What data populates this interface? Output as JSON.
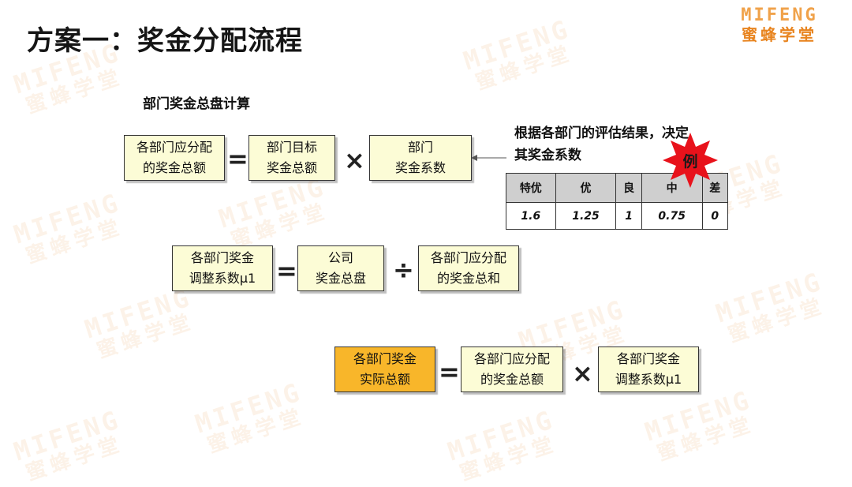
{
  "title": "方案一：奖金分配流程",
  "logo": {
    "en": "MIFENG",
    "cn": "蜜蜂学堂"
  },
  "section_title": "部门奖金总盘计算",
  "formula1": {
    "left": [
      "各部门应分配",
      "的奖金总额"
    ],
    "op1": "=",
    "middle": [
      "部门目标",
      "奖金总额"
    ],
    "op2": "×",
    "right": [
      "部门",
      "奖金系数"
    ]
  },
  "note": [
    "根据各部门的评估结果，决定",
    "其奖金系数"
  ],
  "example_badge": "例",
  "rating_table": {
    "headers": [
      "特优",
      "优",
      "良",
      "中",
      "差"
    ],
    "values": [
      "1.6",
      "1.25",
      "1",
      "0.75",
      "0"
    ]
  },
  "formula2": {
    "left": [
      "各部门奖金",
      "调整系数μ1"
    ],
    "op1": "=",
    "middle": [
      "公司",
      "奖金总盘"
    ],
    "op2": "÷",
    "right": [
      "各部门应分配",
      "的奖金总和"
    ]
  },
  "formula3": {
    "left": [
      "各部门奖金",
      "实际总额"
    ],
    "op1": "=",
    "middle": [
      "各部门应分配",
      "的奖金总额"
    ],
    "op2": "×",
    "right": [
      "各部门奖金",
      "调整系数μ1"
    ]
  },
  "colors": {
    "box_fill": "#fcfcd6",
    "highlight_fill": "#f8b62a",
    "badge_red": "#e8121b",
    "watermark": "#e48a2a"
  }
}
